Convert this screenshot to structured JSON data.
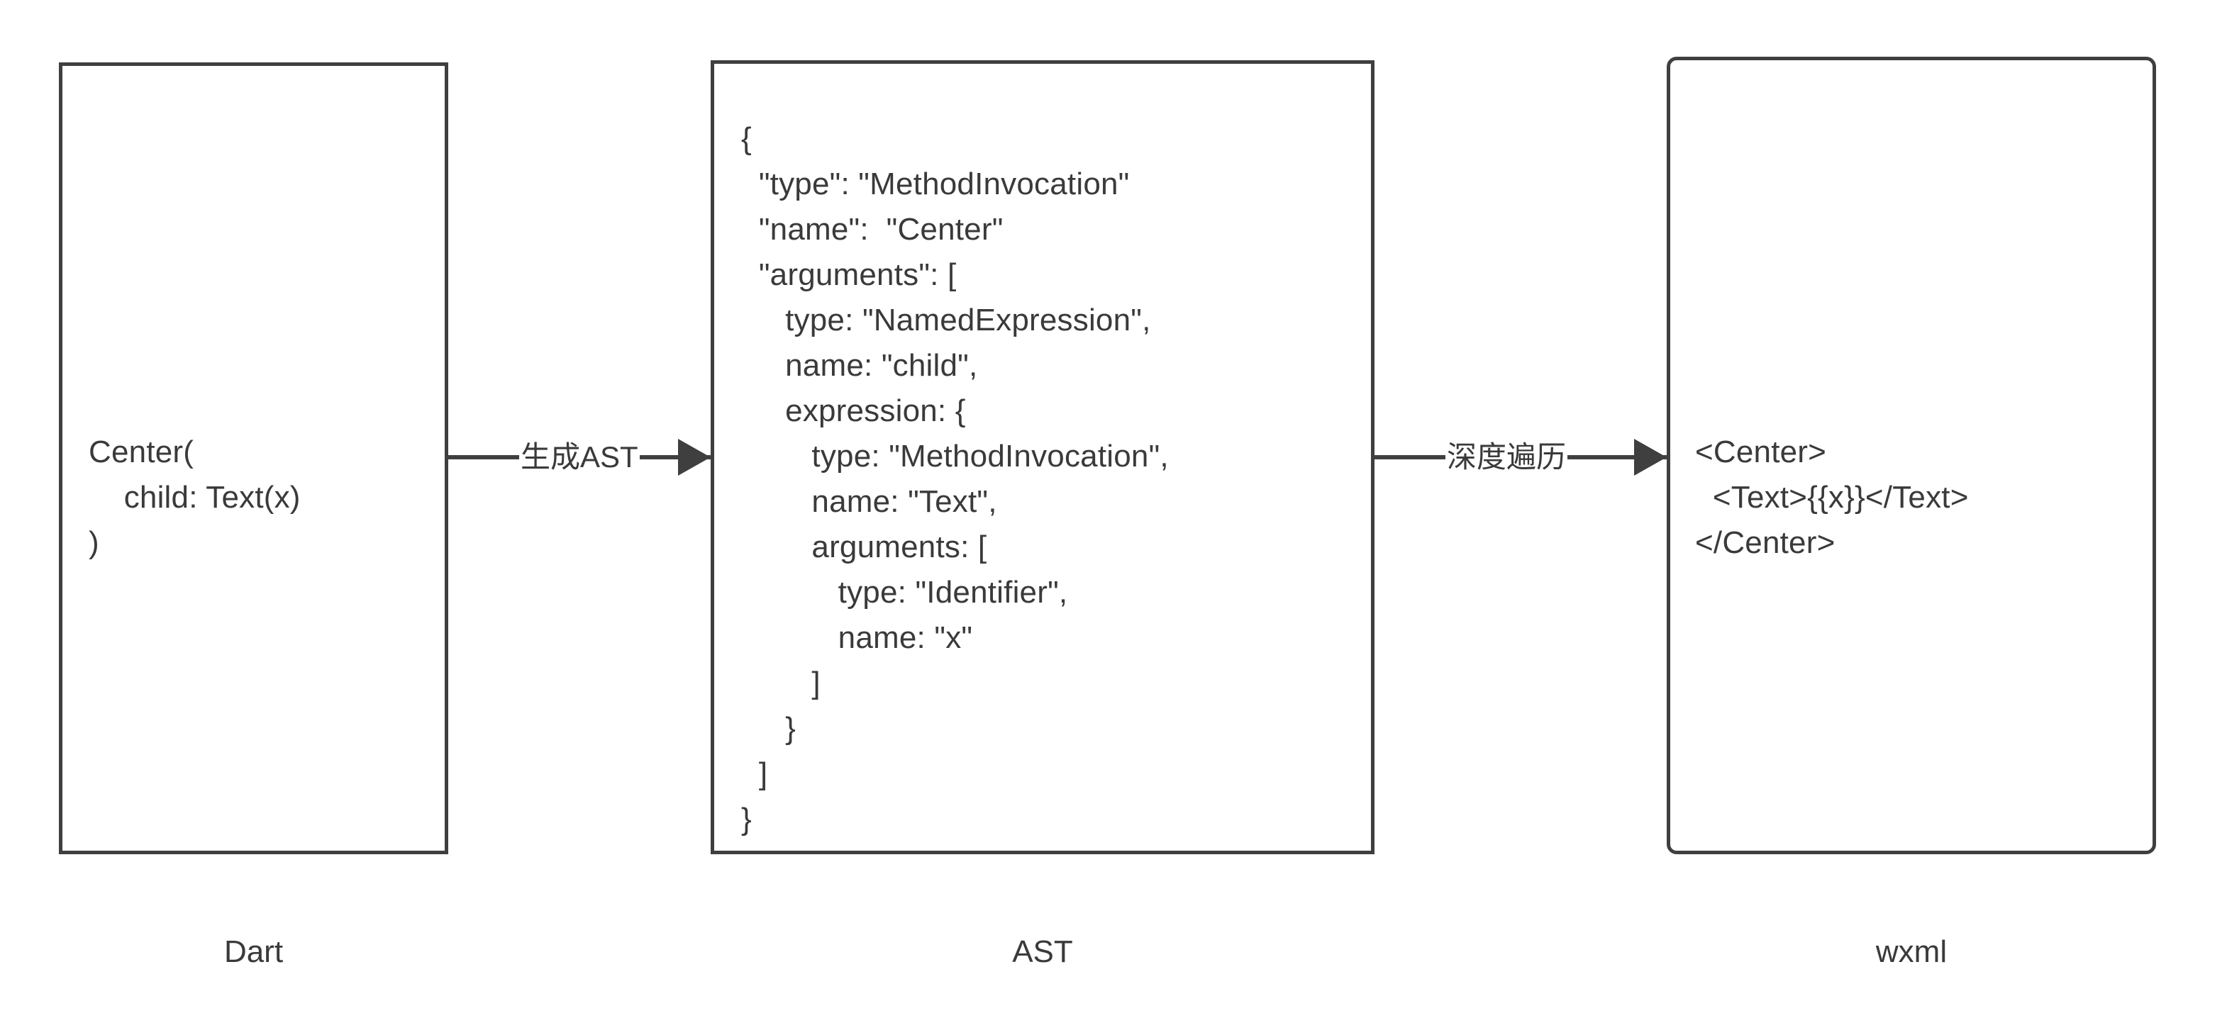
{
  "diagram": {
    "title": "Dart to AST to wxml transformation pipeline",
    "background_color": "#ffffff",
    "stroke_color": "#3f3f3f",
    "text_color": "#3a3a3a"
  },
  "nodes": [
    {
      "id": "dart",
      "caption": "Dart",
      "corner_style": "square",
      "code": "Center(\n    child: Text(x)\n)"
    },
    {
      "id": "ast",
      "caption": "AST",
      "corner_style": "square",
      "code": "{\n  \"type\": \"MethodInvocation\"\n  \"name\":  \"Center\"\n  \"arguments\": [\n     type: \"NamedExpression\",\n     name: \"child\",\n     expression: {\n        type: \"MethodInvocation\",\n        name: \"Text\",\n        arguments: [\n           type: \"Identifier\",\n           name: \"x\"\n        ]\n     }\n  ]\n}"
    },
    {
      "id": "wxml",
      "caption": "wxml",
      "corner_style": "rounded",
      "code": "<Center>\n  <Text>{{x}}</Text>\n</Center>"
    }
  ],
  "arrows": [
    {
      "id": "generate-ast",
      "label": "生成AST",
      "from": "dart",
      "to": "ast",
      "direction": "right"
    },
    {
      "id": "deep-traverse",
      "label": "深度遍历",
      "from": "ast",
      "to": "wxml",
      "direction": "right"
    }
  ]
}
